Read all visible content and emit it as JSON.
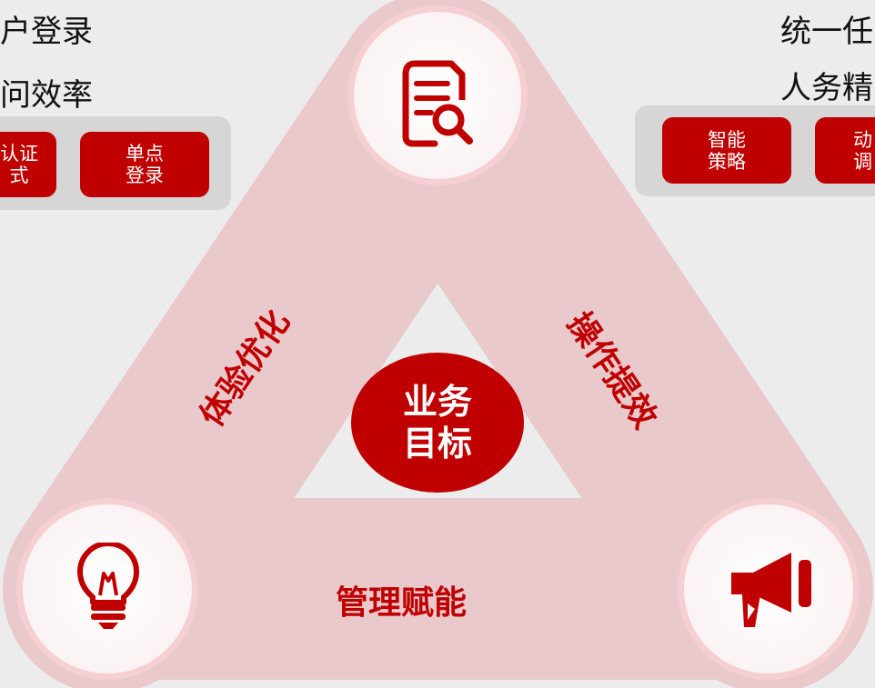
{
  "top_left": {
    "line1": "户登录",
    "line2": "问效率",
    "buttons": [
      {
        "line1": "认证",
        "line2": "式"
      },
      {
        "line1": "单点",
        "line2": "登录"
      }
    ]
  },
  "top_right": {
    "line1": "统一任",
    "line2": "人务精",
    "buttons": [
      {
        "line1": "智能",
        "line2": "策略"
      },
      {
        "line1": "动",
        "line2": "调"
      }
    ]
  },
  "edges": {
    "left": "体验优化",
    "right": "操作提效",
    "bottom": "管理赋能"
  },
  "center": {
    "line1": "业务",
    "line2": "目标"
  },
  "icons": {
    "top": "document-search-icon",
    "bottom_left": "lightbulb-icon",
    "bottom_right": "megaphone-icon"
  },
  "colors": {
    "accent": "#c00000",
    "band": "#efc3c6",
    "node": "#f8e4e5",
    "background": "#ececec"
  }
}
